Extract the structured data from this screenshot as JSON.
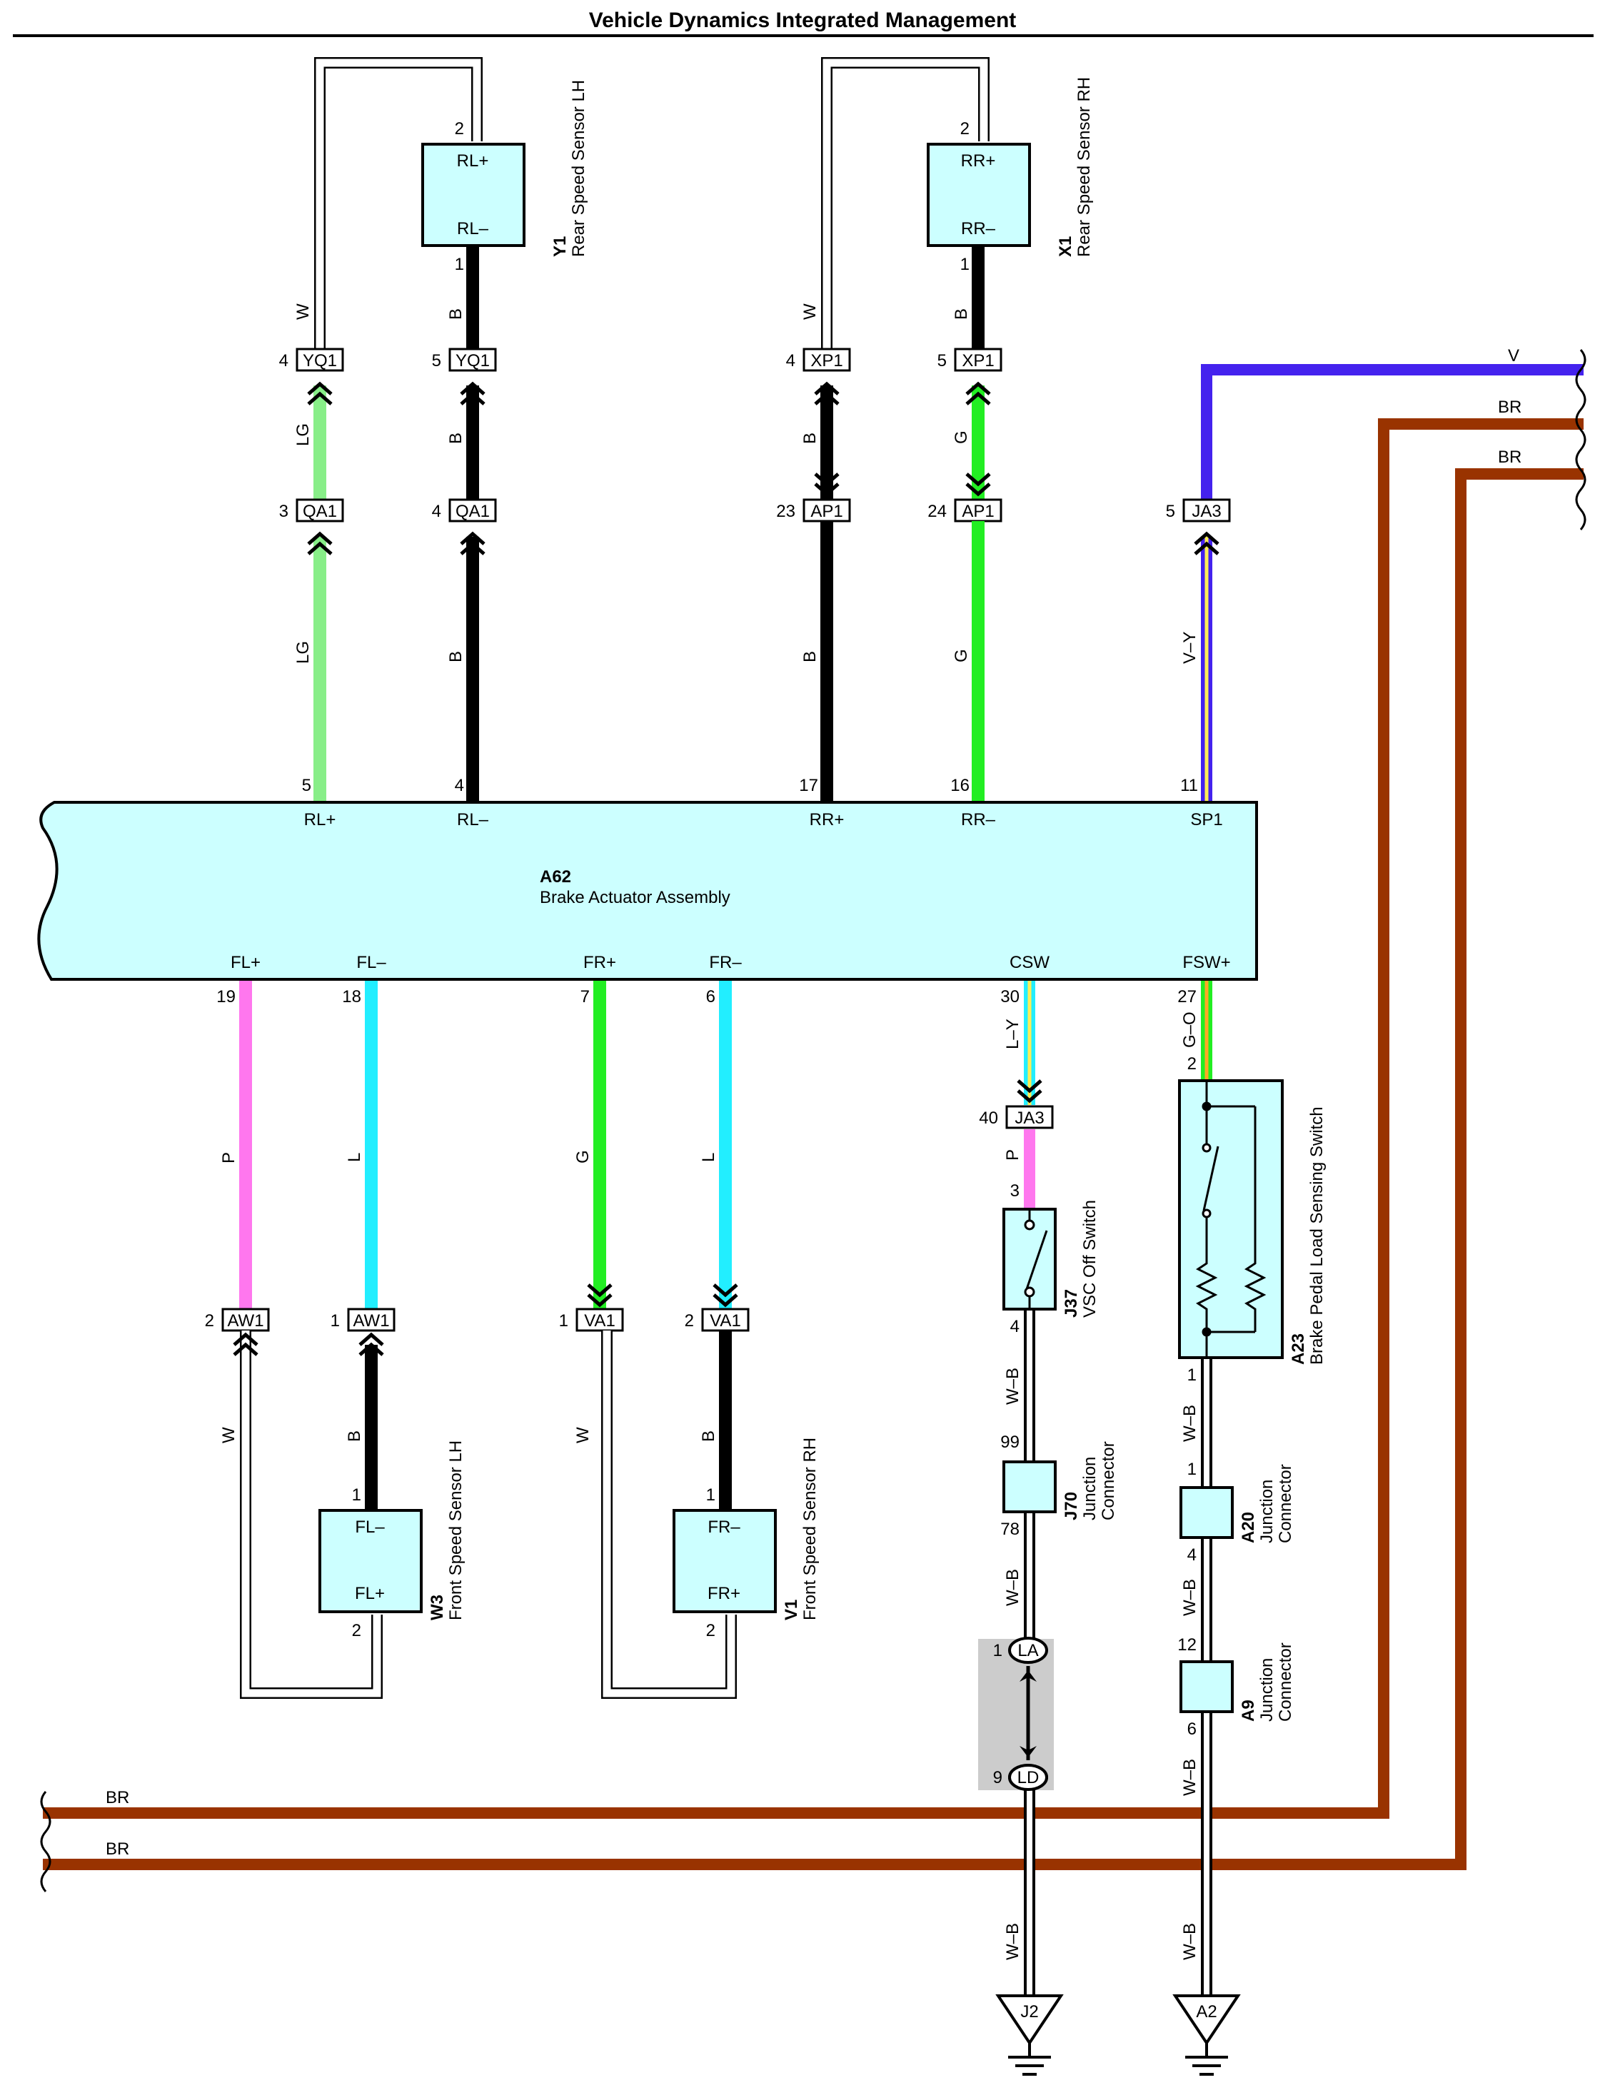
{
  "title": "Vehicle Dynamics Integrated Management",
  "colors": {
    "black": "#000000",
    "white": "#ffffff",
    "light_green": "#88ee88",
    "green": "#22ee22",
    "violet": "#4422ee",
    "brown": "#993300",
    "pink": "#ff77ee",
    "light_blue": "#22eeff",
    "component_fill": "#ccffff",
    "yellow_stripe": "#ffee55",
    "ground_block": "#cccccc"
  },
  "components": {
    "y1": {
      "id": "Y1",
      "name": "Rear Speed Sensor LH",
      "top_pin": "RL+",
      "bottom_pin": "RL–",
      "pin_top_no": "2",
      "pin_bottom_no": "1"
    },
    "x1": {
      "id": "X1",
      "name": "Rear Speed Sensor RH",
      "top_pin": "RR+",
      "bottom_pin": "RR–",
      "pin_top_no": "2",
      "pin_bottom_no": "1"
    },
    "a62": {
      "id": "A62",
      "name": "Brake Actuator Assembly",
      "top_pins": [
        {
          "no": "5",
          "name": "RL+"
        },
        {
          "no": "4",
          "name": "RL–"
        },
        {
          "no": "17",
          "name": "RR+"
        },
        {
          "no": "16",
          "name": "RR–"
        },
        {
          "no": "11",
          "name": "SP1"
        }
      ],
      "bottom_pins": [
        {
          "no": "19",
          "name": "FL+"
        },
        {
          "no": "18",
          "name": "FL–"
        },
        {
          "no": "7",
          "name": "FR+"
        },
        {
          "no": "6",
          "name": "FR–"
        },
        {
          "no": "30",
          "name": "CSW"
        },
        {
          "no": "27",
          "name": "FSW+"
        }
      ]
    },
    "w3": {
      "id": "W3",
      "name": "Front Speed Sensor LH",
      "top_pin": "FL–",
      "bottom_pin": "FL+",
      "pin_top_no": "1",
      "pin_bottom_no": "2"
    },
    "v1": {
      "id": "V1",
      "name": "Front Speed Sensor RH",
      "top_pin": "FR–",
      "bottom_pin": "FR+",
      "pin_top_no": "1",
      "pin_bottom_no": "2"
    },
    "j37": {
      "id": "J37",
      "name": "VSC Off Switch",
      "pin_top_no": "3",
      "pin_bottom_no": "4"
    },
    "a23": {
      "id": "A23",
      "name": "Brake Pedal Load Sensing Switch",
      "pin_top_no": "2",
      "pin_bottom_no": "1"
    },
    "j70": {
      "id": "J70",
      "name_1": "Junction",
      "name_2": "Connector",
      "pin_top_no": "99",
      "pin_bottom_no": "78"
    },
    "a20": {
      "id": "A20",
      "name_1": "Junction",
      "name_2": "Connector",
      "pin_top_no": "1",
      "pin_bottom_no": "4"
    },
    "a9": {
      "id": "A9",
      "name_1": "Junction",
      "name_2": "Connector",
      "pin_top_no": "12",
      "pin_bottom_no": "6"
    }
  },
  "connectors": {
    "yq1_a": {
      "pin": "4",
      "name": "YQ1"
    },
    "yq1_b": {
      "pin": "5",
      "name": "YQ1"
    },
    "xp1_a": {
      "pin": "4",
      "name": "XP1"
    },
    "xp1_b": {
      "pin": "5",
      "name": "XP1"
    },
    "qa1_a": {
      "pin": "3",
      "name": "QA1"
    },
    "qa1_b": {
      "pin": "4",
      "name": "QA1"
    },
    "ap1_a": {
      "pin": "23",
      "name": "AP1"
    },
    "ap1_b": {
      "pin": "24",
      "name": "AP1"
    },
    "ja3_top": {
      "pin": "5",
      "name": "JA3"
    },
    "ja3_bottom": {
      "pin": "40",
      "name": "JA3"
    },
    "aw1_a": {
      "pin": "2",
      "name": "AW1"
    },
    "aw1_b": {
      "pin": "1",
      "name": "AW1"
    },
    "va1_a": {
      "pin": "1",
      "name": "VA1"
    },
    "va1_b": {
      "pin": "2",
      "name": "VA1"
    },
    "la": {
      "pin": "1",
      "name": "LA"
    },
    "ld": {
      "pin": "9",
      "name": "LD"
    }
  },
  "wire_codes": {
    "w": "W",
    "b": "B",
    "lg": "LG",
    "g": "G",
    "v": "V",
    "br": "BR",
    "vy": "V–Y",
    "p": "P",
    "l": "L",
    "ly": "L–Y",
    "go": "G–O",
    "wb": "W–B"
  },
  "pins": {
    "ja3_bottom_next": "3"
  },
  "grounds": {
    "j2": "J2",
    "a2": "A2"
  }
}
